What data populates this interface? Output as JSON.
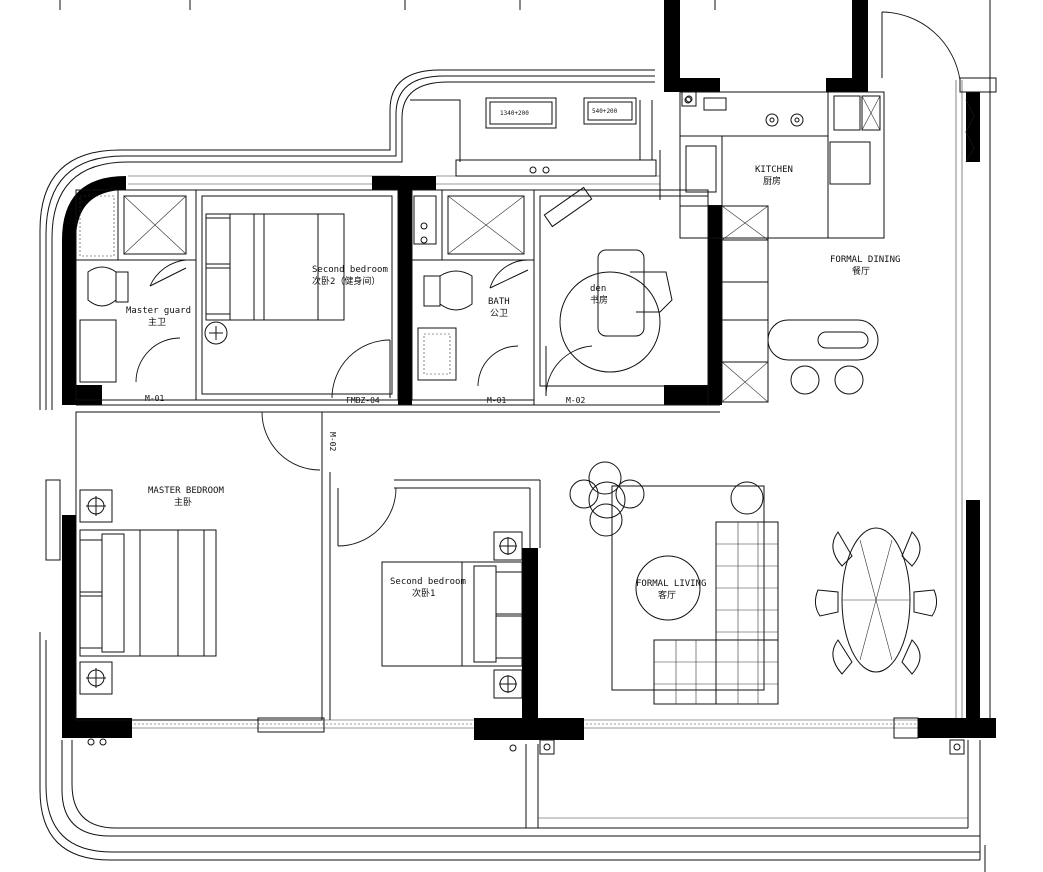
{
  "rooms": {
    "master_guard": {
      "en": "Master guard",
      "zh": "主卫"
    },
    "second_bedroom_2": {
      "en": "Second bedroom",
      "zh": "次卧2（健身间）"
    },
    "bath": {
      "en": "BATH",
      "zh": "公卫"
    },
    "den": {
      "en": "den",
      "zh": "书房"
    },
    "kitchen": {
      "en": "KITCHEN",
      "zh": "厨房"
    },
    "formal_dining": {
      "en": "FORMAL DINING",
      "zh": "餐厅"
    },
    "master_bedroom": {
      "en": "MASTER BEDROOM",
      "zh": "主卧"
    },
    "second_bedroom_1": {
      "en": "Second bedroom",
      "zh": "次卧1"
    },
    "formal_living": {
      "en": "FORMAL LIVING",
      "zh": "客厅"
    }
  },
  "door_tags": {
    "m01_left": "M-01",
    "fmbz04": "FMBZ-04",
    "m01_bath": "M-01",
    "m02_den": "M-02",
    "m02_vertical": "M-02"
  },
  "ac_units": [
    "1340+200",
    "540+200"
  ],
  "colors": {
    "line": "#111111",
    "wall": "#000000",
    "background": "#ffffff"
  }
}
